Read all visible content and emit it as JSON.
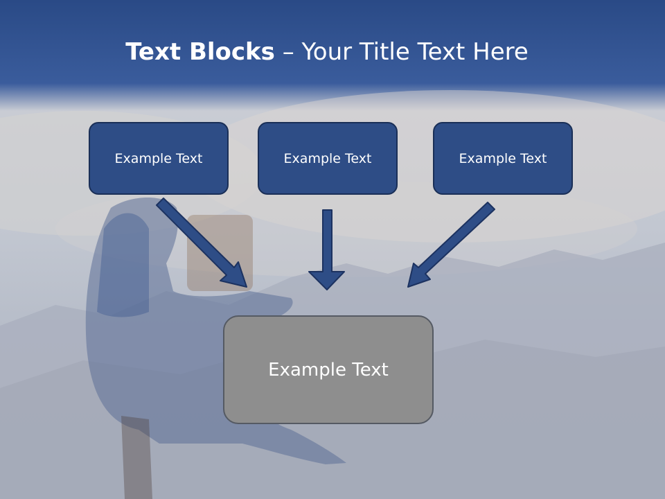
{
  "slide": {
    "title_bold": "Text Blocks",
    "title_sep": " – ",
    "title_rest": "Your Title Text Here",
    "top_boxes": [
      {
        "label": "Example Text"
      },
      {
        "label": "Example Text"
      },
      {
        "label": "Example Text"
      }
    ],
    "bottom_box": {
      "label": "Example Text"
    }
  },
  "colors": {
    "header": "#2a4a86",
    "box_fill": "#2e4d86",
    "box_border": "#1a2f57",
    "arrow": "#2e4d86",
    "bottom_fill": "#8e8e8e",
    "bottom_border": "#555a63"
  },
  "icons": [
    "arrow-down-right-icon",
    "arrow-down-icon",
    "arrow-down-left-icon"
  ]
}
